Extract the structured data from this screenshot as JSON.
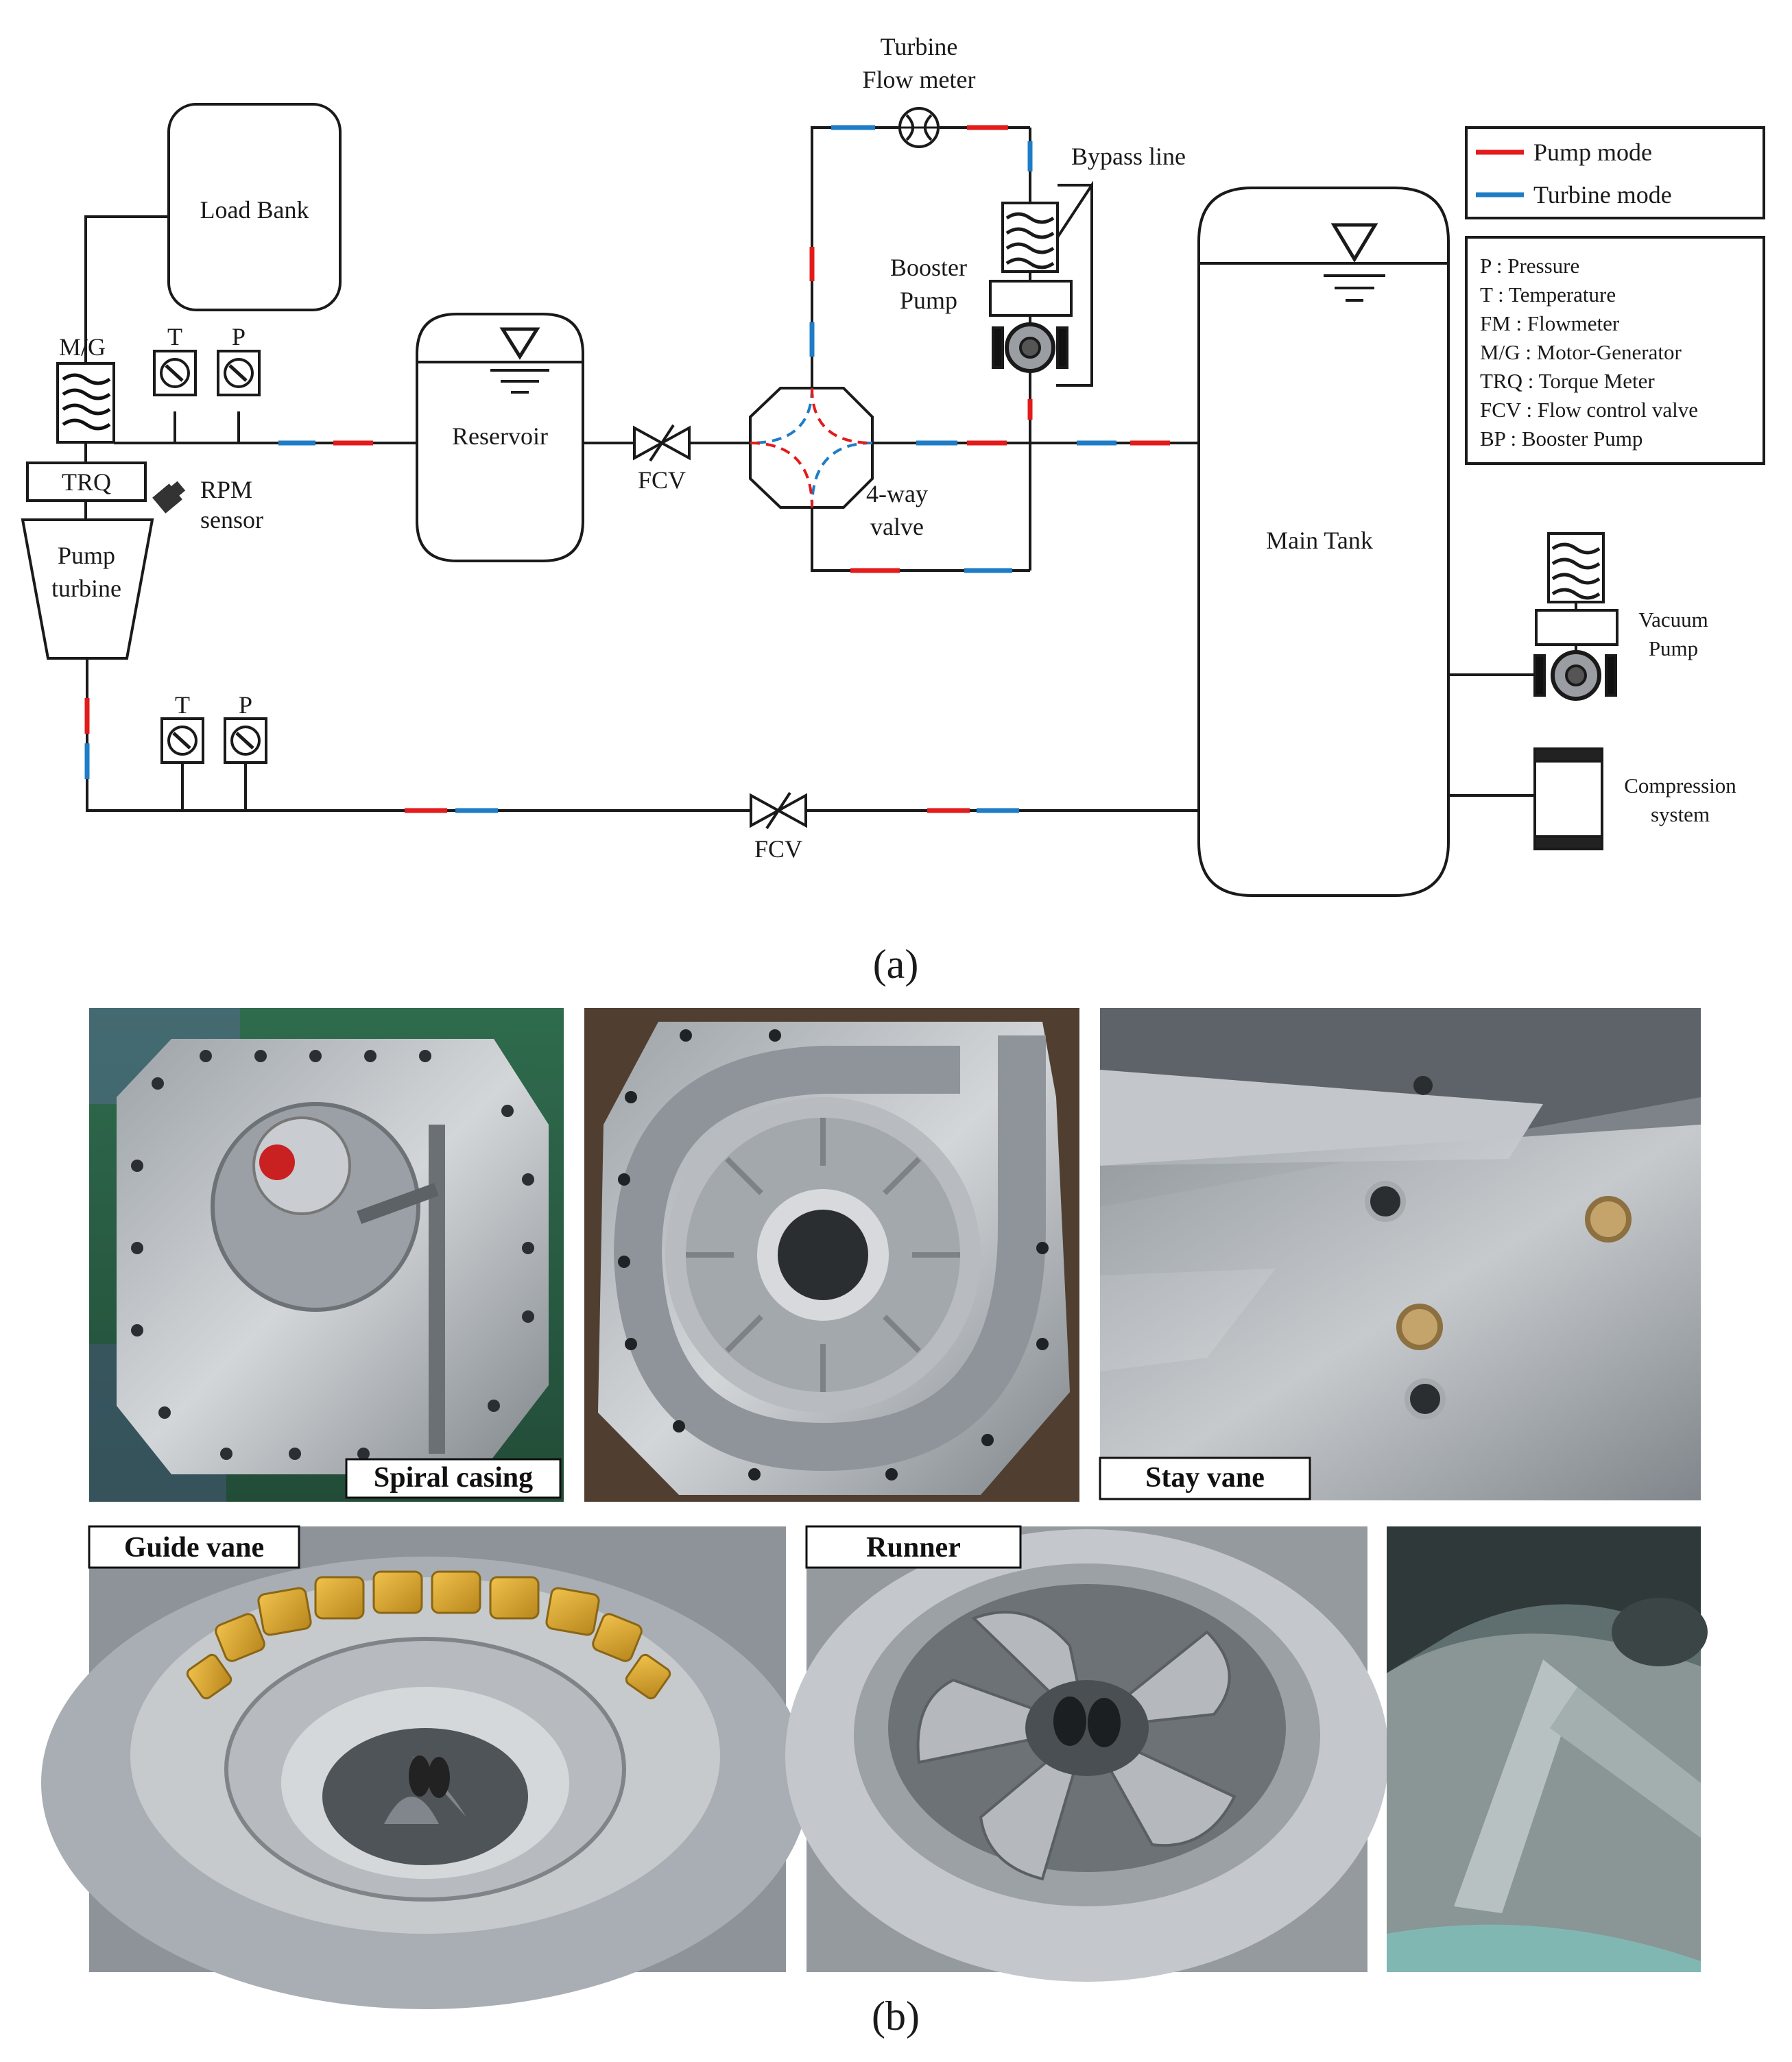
{
  "colors": {
    "pump_mode": "#e31b1b",
    "turbine_mode": "#1f7cc6",
    "line": "#1a1a1a",
    "photo_bg": "#6f7478"
  },
  "diagram": {
    "labels": {
      "load_bank": "Load Bank",
      "mg": "M/G",
      "trq": "TRQ",
      "t_top": "T",
      "p_top": "P",
      "t_bottom": "T",
      "p_bottom": "P",
      "rpm_sensor_line1": "RPM",
      "rpm_sensor_line2": "sensor",
      "pump_turbine_line1": "Pump",
      "pump_turbine_line2": "turbine",
      "reservoir": "Reservoir",
      "fcv_top": "FCV",
      "fcv_bottom": "FCV",
      "turbine_flow_meter_line1": "Turbine",
      "turbine_flow_meter_line2": "Flow meter",
      "bypass_line": "Bypass line",
      "booster_pump_line1": "Booster",
      "booster_pump_line2": "Pump",
      "four_way_valve_line1": "4-way",
      "four_way_valve_line2": "valve",
      "main_tank": "Main Tank",
      "vacuum_pump_line1": "Vacuum",
      "vacuum_pump_line2": "Pump",
      "compression_system_line1": "Compression",
      "compression_system_line2": "system"
    },
    "legend_modes": [
      {
        "label": "Pump mode",
        "color": "#e31b1b"
      },
      {
        "label": "Turbine mode",
        "color": "#1f7cc6"
      }
    ],
    "abbreviations": [
      "P : Pressure",
      "T : Temperature",
      "FM : Flowmeter",
      "M/G : Motor-Generator",
      "TRQ : Torque Meter",
      "FCV : Flow control valve",
      "BP : Booster Pump"
    ],
    "caption": "(a)"
  },
  "photos": {
    "spiral_casing": "Spiral casing",
    "stay_vane": "Stay vane",
    "guide_vane": "Guide vane",
    "runner": "Runner",
    "caption": "(b)"
  }
}
